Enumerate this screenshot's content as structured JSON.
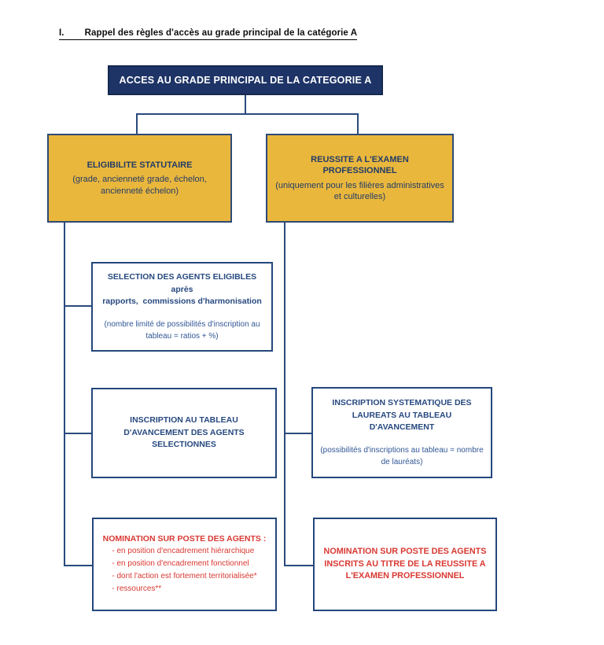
{
  "page": {
    "heading": {
      "numeral": "I.",
      "text": "Rappel des règles d'accès au grade principal de la catégorie A"
    }
  },
  "diagram": {
    "root": {
      "label": "ACCES AU GRADE PRINCIPAL DE LA CATEGORIE A"
    },
    "branch_left": {
      "title": "ELIGIBILITE STATUTAIRE",
      "subtitle": "(grade, ancienneté grade, échelon, ancienneté échelon)"
    },
    "branch_right": {
      "title": "REUSSITE A L'EXAMEN PROFESSIONNEL",
      "subtitle": "(uniquement pour les filières administratives et culturelles)"
    },
    "left_steps": [
      {
        "title_line1": "SELECTION DES AGENTS ELIGIBLES après",
        "title_line2": "rapports,  commissions d'harmonisation",
        "note": "(nombre limité de possibilités d'inscription au tableau = ratios + %)"
      },
      {
        "title": "INSCRIPTION AU TABLEAU D'AVANCEMENT DES AGENTS SELECTIONNES"
      },
      {
        "title": "NOMINATION SUR POSTE DES AGENTS :",
        "items": [
          "- en position d'encadrement hiérarchique",
          "- en position d'encadrement fonctionnel",
          "- dont l'action est fortement territorialisée*",
          "- ressources**"
        ]
      }
    ],
    "right_steps": [
      {
        "title": "INSCRIPTION SYSTEMATIQUE DES LAUREATS AU TABLEAU D'AVANCEMENT",
        "note": "(possibilités d'inscriptions au tableau = nombre de lauréats)"
      },
      {
        "title": "NOMINATION SUR POSTE DES AGENTS INSCRITS AU TITRE DE LA REUSSITE A L'EXAMEN PROFESSIONNEL"
      }
    ],
    "colors": {
      "navy_fill": "#1e3467",
      "gold_fill": "#eab73d",
      "border_navy": "#24477c",
      "line_navy": "#2a4a7d",
      "text_navy": "#27497f",
      "text_red": "#d93832",
      "title_black": "#0d0d0d"
    }
  }
}
